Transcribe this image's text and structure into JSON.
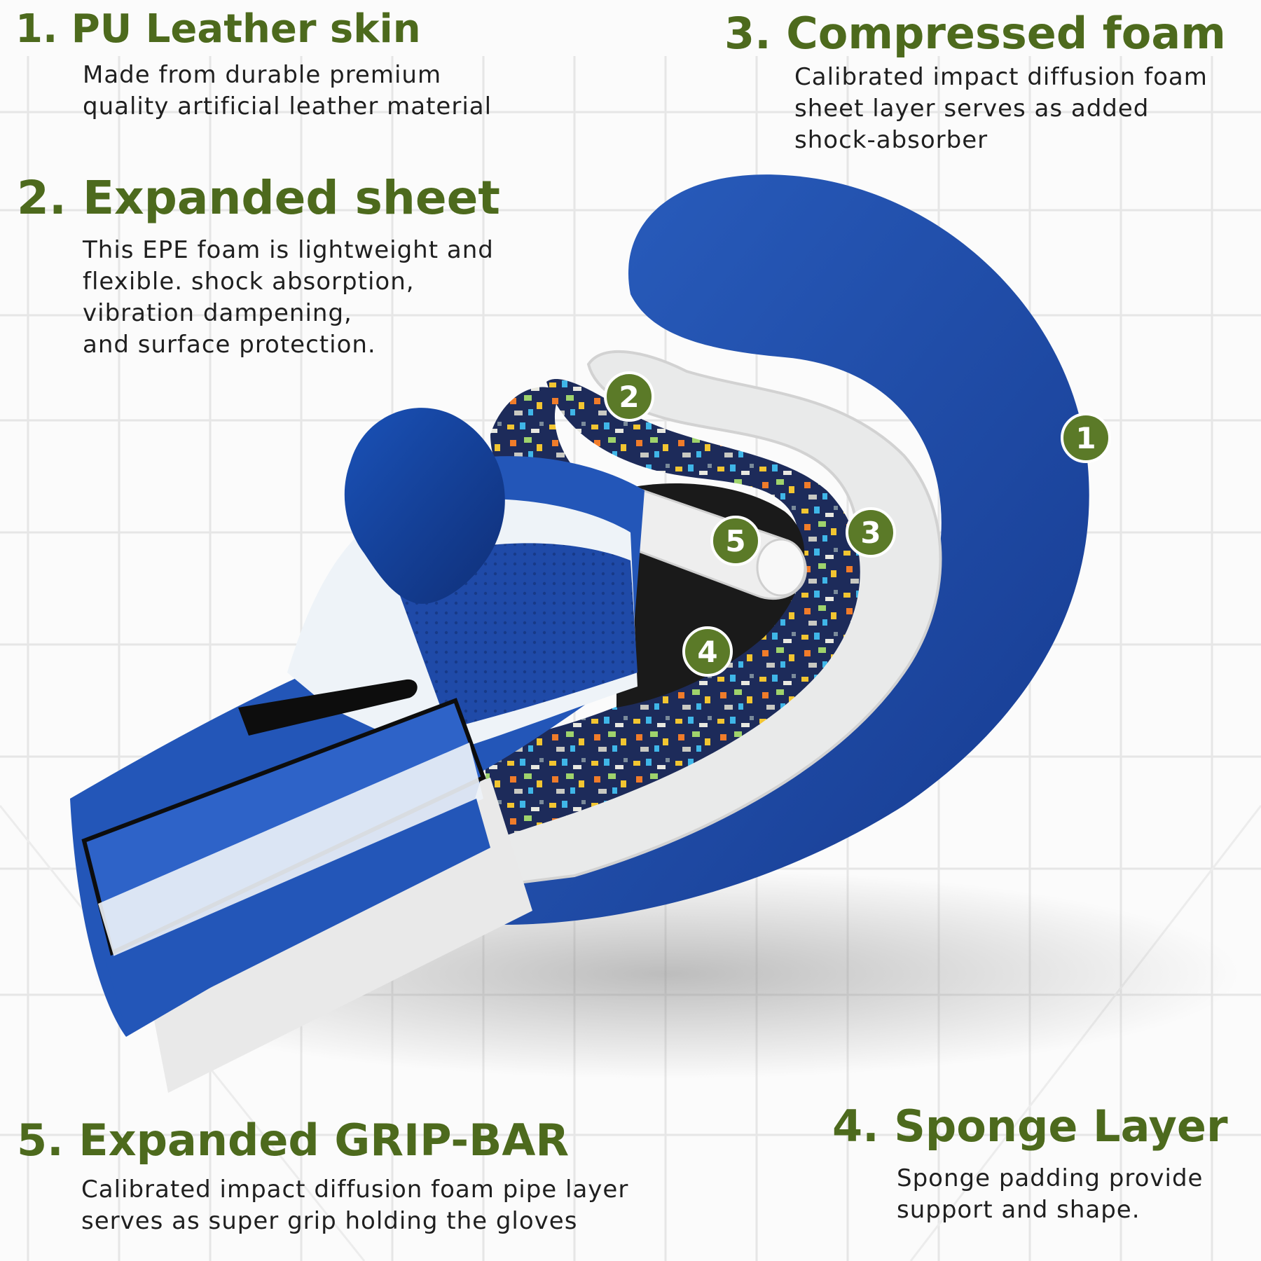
{
  "colors": {
    "heading": "#4d6a1d",
    "badge": "#5b7a28",
    "glove_blue": "#1f4aa8",
    "glove_white": "#eef3f8",
    "foam_white": "#e9eaea",
    "text": "#1f1f1f"
  },
  "layers": [
    {
      "number": "1",
      "title": "1. PU Leather skin",
      "description": "Made from durable premium\nquality artificial leather material"
    },
    {
      "number": "2",
      "title": "2. Expanded sheet",
      "description": "This EPE foam is lightweight and\nflexible. shock absorption,\nvibration dampening,\nand surface protection."
    },
    {
      "number": "3",
      "title": "3. Compressed foam",
      "description": "Calibrated impact diffusion foam\nsheet layer serves as added\nshock-absorber"
    },
    {
      "number": "4",
      "title": "4. Sponge Layer",
      "description": "Sponge padding provide\nsupport and shape."
    },
    {
      "number": "5",
      "title": "5. Expanded GRIP-BAR",
      "description": "Calibrated impact diffusion foam pipe layer\nserves as super grip holding the gloves"
    }
  ]
}
